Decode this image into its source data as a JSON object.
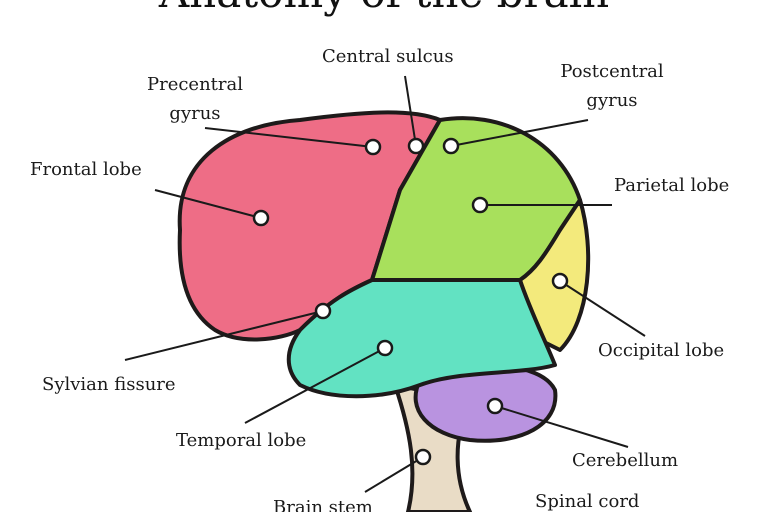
{
  "title": "Anatomy of the brain",
  "labels": {
    "central_sulcus": "Central sulcus",
    "precentral_gyrus_1": "Precentral",
    "precentral_gyrus_2": "gyrus",
    "postcentral_gyrus_1": "Postcentral",
    "postcentral_gyrus_2": "gyrus",
    "frontal_lobe": "Frontal lobe",
    "parietal_lobe": "Parietal lobe",
    "occipital_lobe": "Occipital lobe",
    "sylvian_fissure": "Sylvian fissure",
    "temporal_lobe": "Temporal lobe",
    "cerebellum": "Cerebellum",
    "brain_stem": "Brain stem",
    "spinal_cord": "Spinal cord"
  },
  "colors": {
    "frontal": "#ee6d86",
    "parietal": "#a8e05c",
    "occipital": "#f3ea7c",
    "temporal": "#62e2c2",
    "cerebellum": "#b993e0",
    "stem": "#e9dcc6",
    "outline": "#1e1a1a"
  }
}
